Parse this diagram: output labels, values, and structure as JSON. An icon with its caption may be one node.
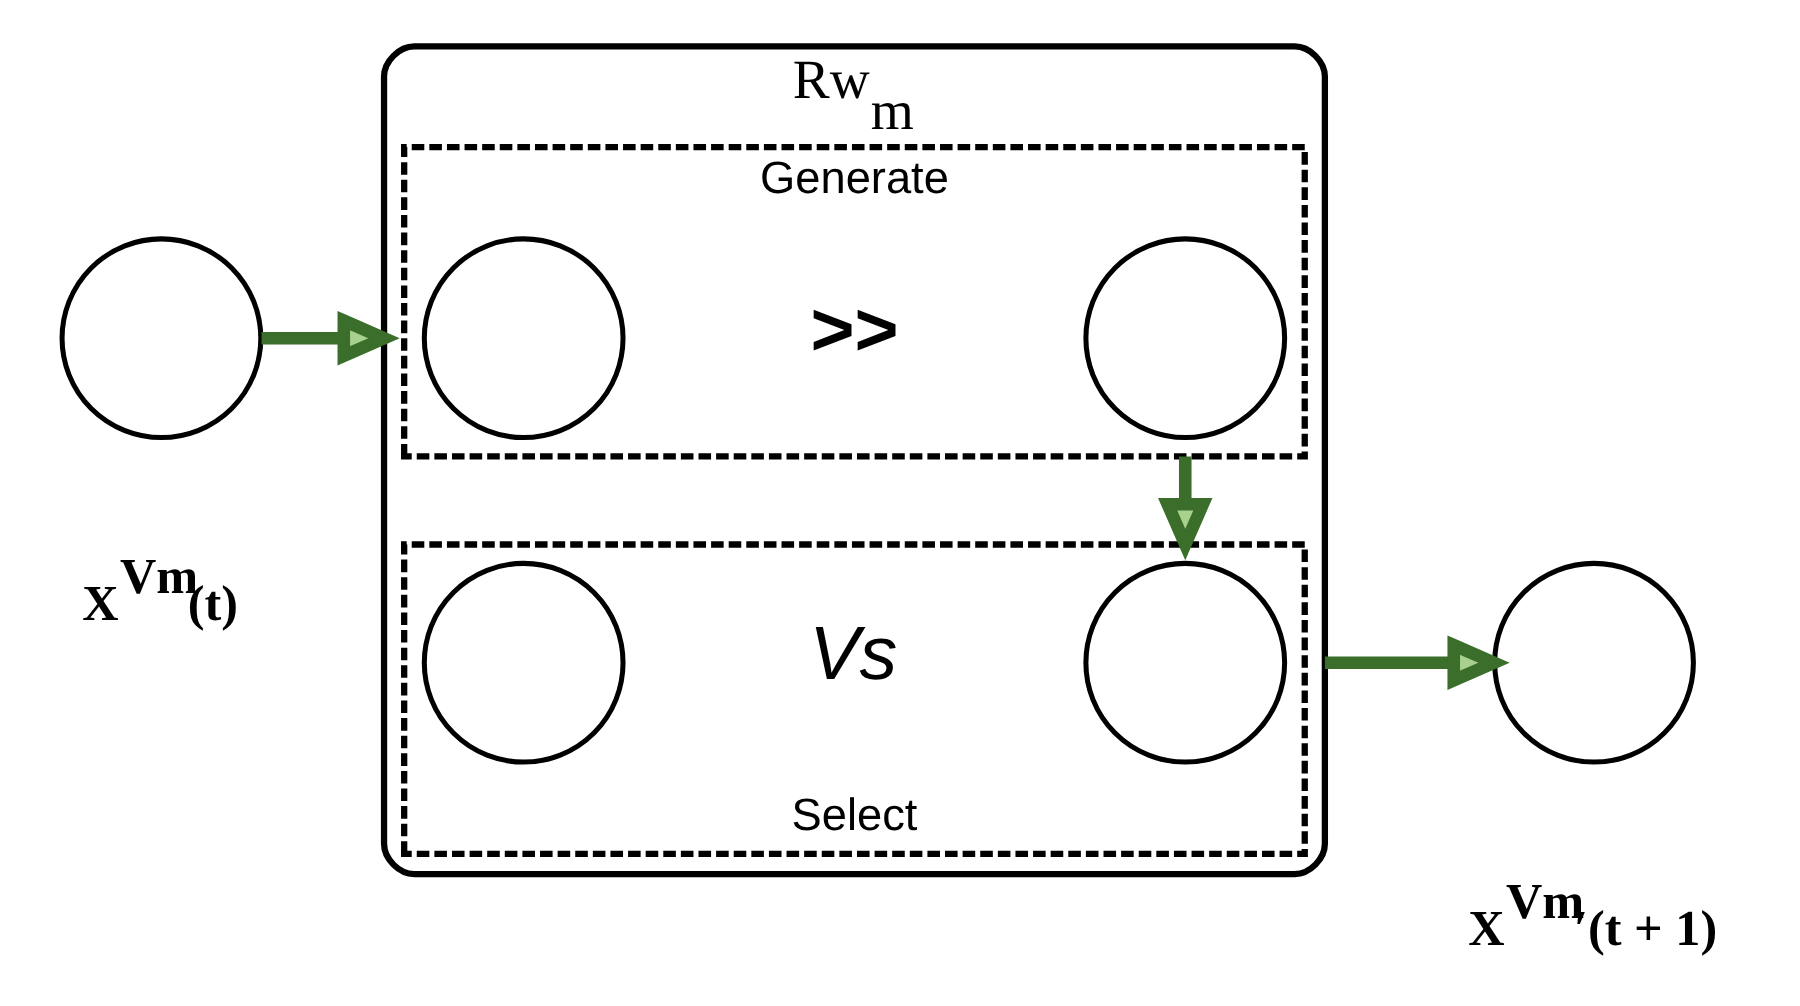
{
  "diagram": {
    "nodes": [
      {
        "text": [
          "Rw$_{m}$"
        ]
      },
      {
        "text": [
          "Generate"
        ],
        "in": 0
      },
      {
        "text": [],
        "shape": "circle",
        "in": 1
      },
      {
        "text": [],
        "shape": "circle",
        "in": 1
      },
      {
        "text": [
          "Select"
        ],
        "in": 0
      },
      {
        "text": [],
        "shape": "circle",
        "in": 4
      },
      {
        "text": [],
        "shape": "circle",
        "in": 4
      },
      {
        "text": [],
        "shape": "circle",
        "beside": [
          "X$^{Vm}$(t)"
        ]
      },
      {
        "text": [],
        "shape": "circle",
        "beside": [
          "X$^{Vm}$′(t + 1)"
        ]
      }
    ],
    "edges": [
      {
        "from": 7,
        "to": 0,
        "arrow": "to"
      },
      {
        "from": 1,
        "to": 4,
        "arrow": "to"
      },
      {
        "from": 0,
        "to": 8,
        "arrow": "to"
      }
    ],
    "labels": [
      ">>",
      "Vs"
    ]
  }
}
